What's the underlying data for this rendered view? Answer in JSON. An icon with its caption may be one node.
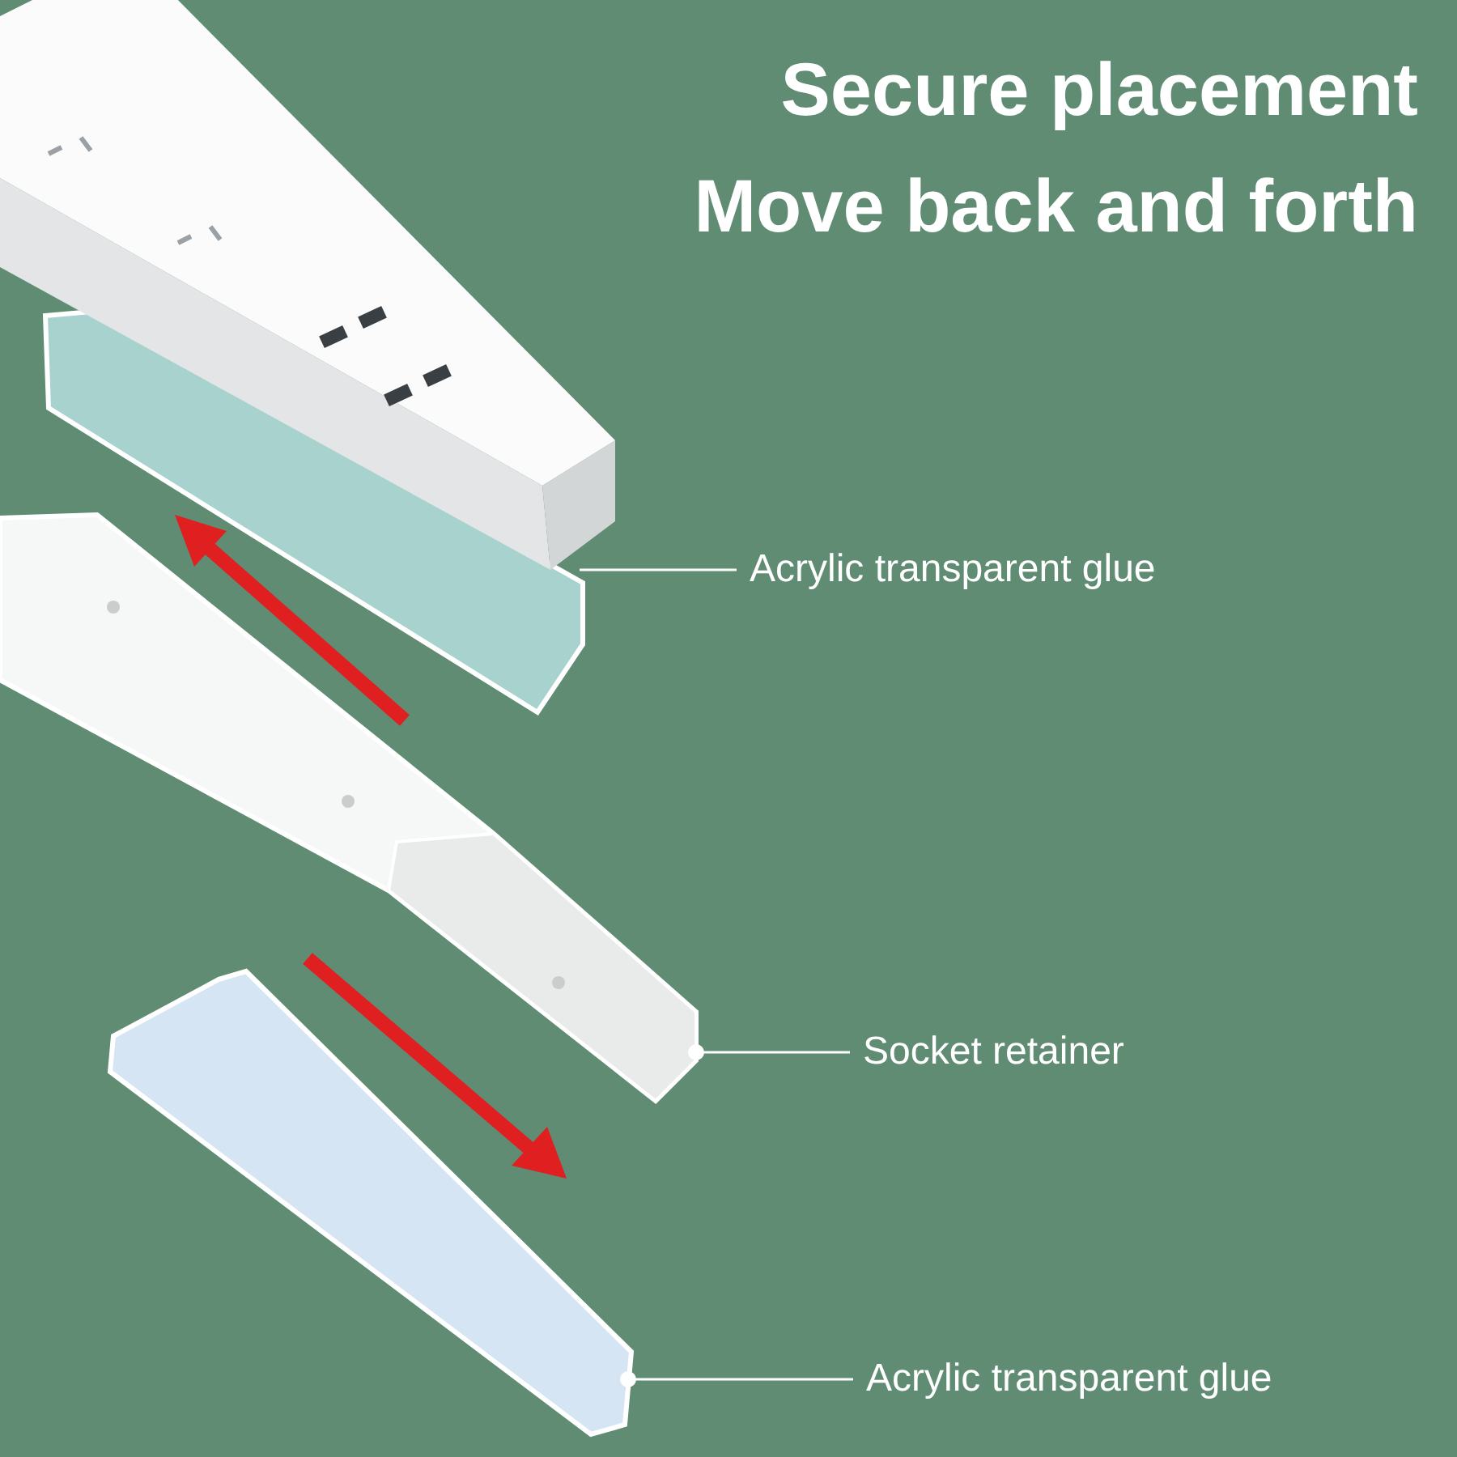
{
  "diagram": {
    "title": "Secure placement",
    "nodes": [
      {
        "text": [
          "Acrylic transparent glue"
        ]
      },
      {
        "text": [],
        "shape": "picture"
      },
      {
        "text": [
          "Socket retainer"
        ]
      },
      {
        "text": [],
        "shape": "picture"
      },
      {
        "text": [
          "Acrylic transparent glue"
        ]
      },
      {
        "text": [],
        "shape": "picture"
      }
    ],
    "edges": [
      {
        "from": 1,
        "to": 0,
        "arrow": "none"
      },
      {
        "from": 3,
        "to": 2,
        "arrow": "other"
      },
      {
        "from": 5,
        "to": 4,
        "arrow": "other"
      }
    ],
    "labels": [
      "Move back and forth"
    ]
  }
}
